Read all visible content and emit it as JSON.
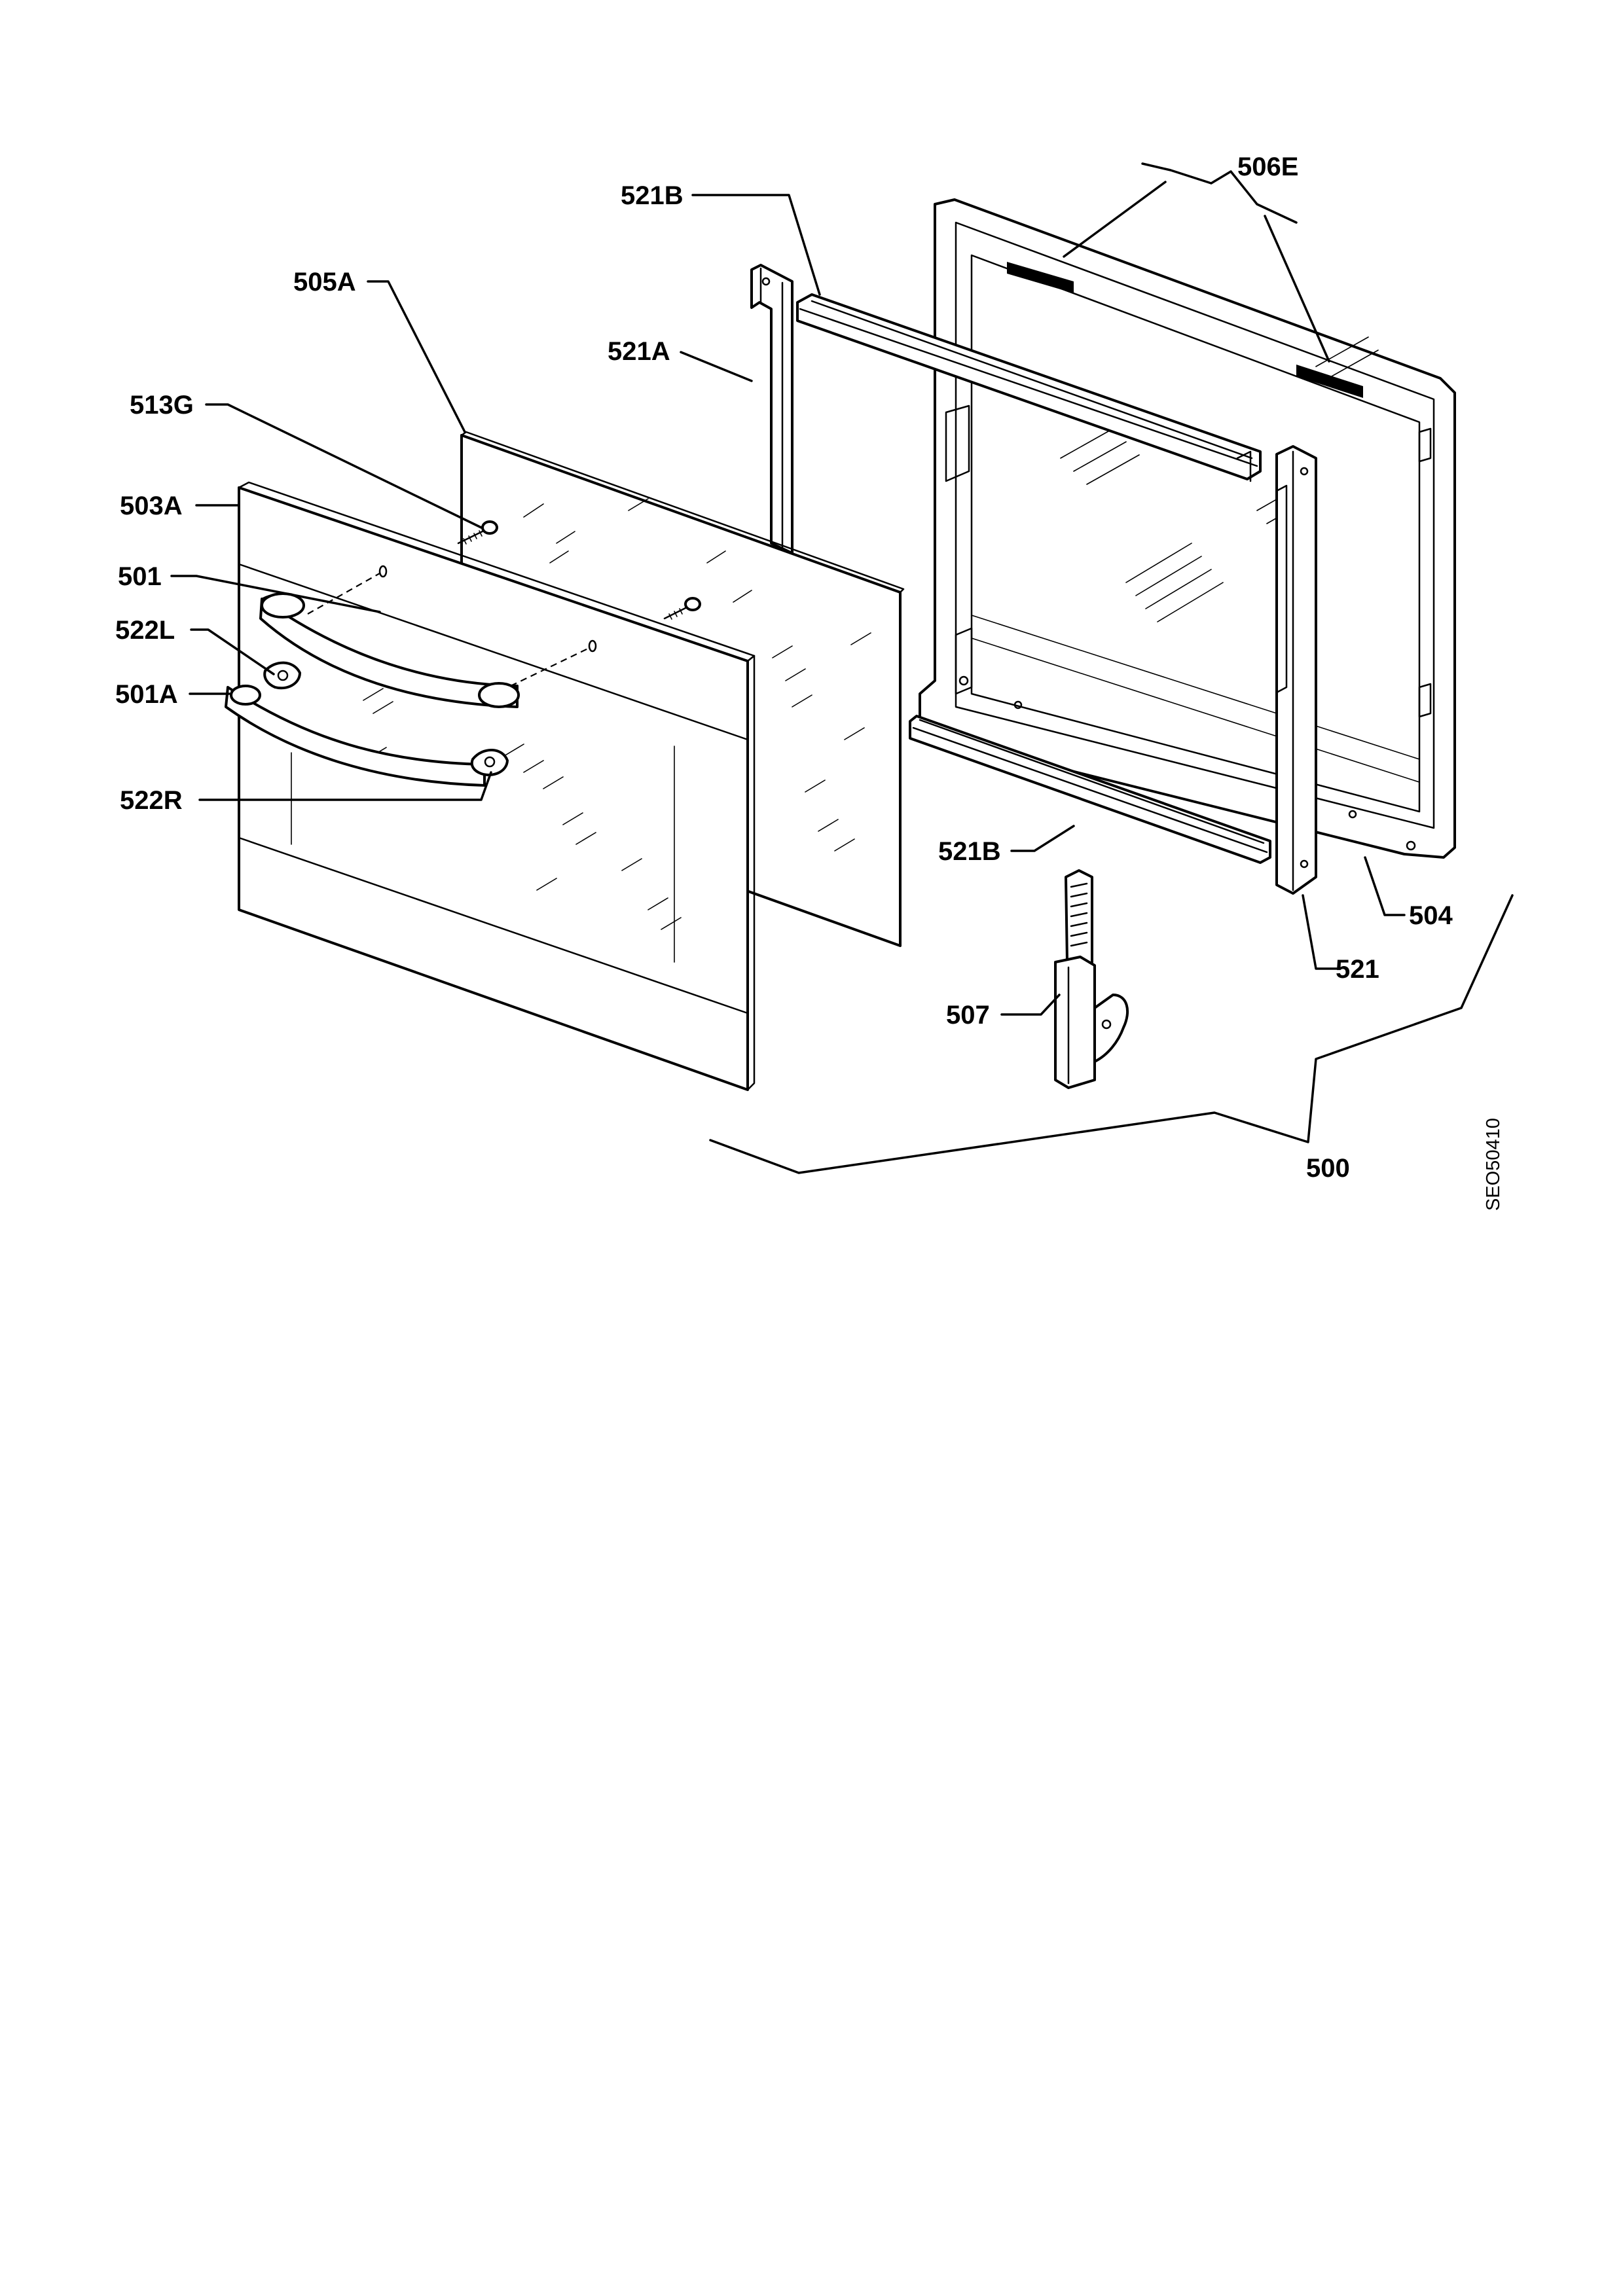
{
  "labels": {
    "p506E": "506E",
    "p521B_top": "521B",
    "p505A": "505A",
    "p521A": "521A",
    "p513G": "513G",
    "p503A": "503A",
    "p501": "501",
    "p522L": "522L",
    "p501A": "501A",
    "p522R": "522R",
    "p521B_bottom": "521B",
    "p504": "504",
    "p521": "521",
    "p507": "507",
    "p500": "500"
  },
  "drawing_code": "SEO50410"
}
